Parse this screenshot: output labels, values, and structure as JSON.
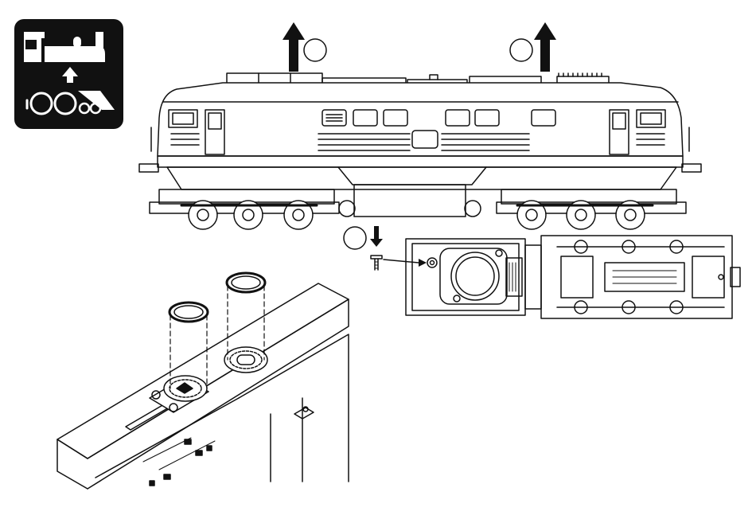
{
  "diagram": {
    "corner_pictogram": {
      "icon": "steam-locomotive-icon",
      "background": "#111111",
      "foreground": "#ffffff"
    },
    "steps": [
      {
        "id": "step-1",
        "marker": "",
        "action": "lift-off"
      },
      {
        "id": "step-2",
        "marker": "",
        "action": "lift-off"
      },
      {
        "id": "step-3",
        "marker": "",
        "action": "unscrew"
      }
    ],
    "colors": {
      "ink": "#111111",
      "paper": "#ffffff",
      "hatch": "#555555"
    }
  }
}
